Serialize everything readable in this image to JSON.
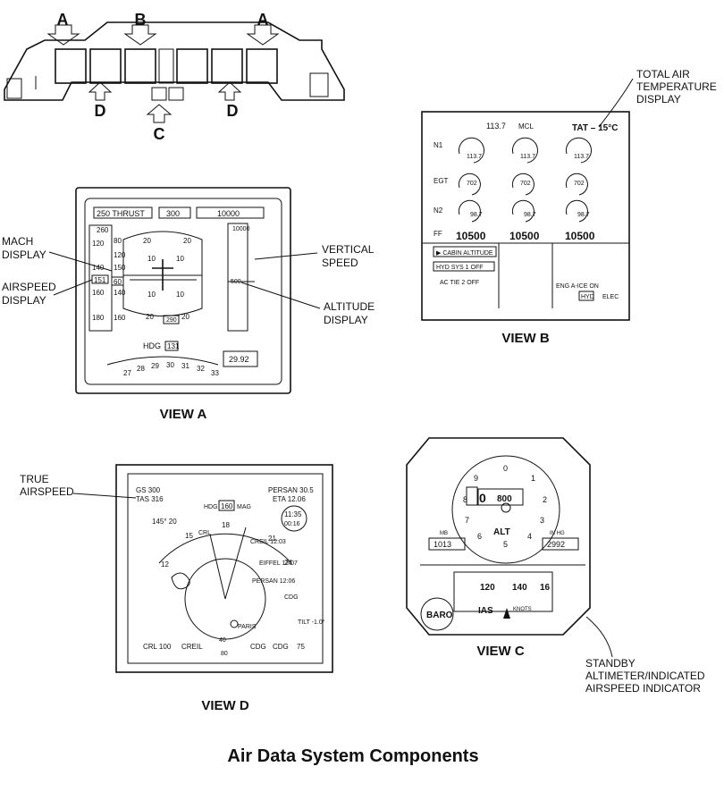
{
  "title": "Air Data System Components",
  "cockpit": {
    "label_a_left": "A",
    "label_b": "B",
    "label_a_right": "A",
    "label_d_left": "D",
    "label_c": "C",
    "label_d_right": "D"
  },
  "view_a": {
    "caption": "VIEW A",
    "thrust": "250 THRUST",
    "speed_sel": "300",
    "alt_sel": "10000",
    "mach_label": "MACH\nDISPLAY",
    "airspeed_label": "AIRSPEED\nDISPLAY",
    "vs_label": "VERTICAL\nSPEED",
    "alt_label": "ALTITUDE\nDISPLAY",
    "ias_ticks": [
      "260",
      "120",
      "140",
      "150",
      "160",
      "180",
      "120",
      "140",
      "160"
    ],
    "ias_current": "151",
    "mach_current": "80",
    "mach_box": "60",
    "pitch_marks": [
      "20",
      "20",
      "10",
      "10",
      "10",
      "10",
      "20",
      "20"
    ],
    "alt_top": "10000",
    "alt_cur": "500",
    "alt_bot": "290",
    "hdg_label": "HDG",
    "hdg_value": "131",
    "hdg_scale": [
      "27",
      "28",
      "29",
      "30",
      "31",
      "32",
      "33"
    ],
    "baro": "29.92"
  },
  "view_b": {
    "caption": "VIEW B",
    "tat_callout": "TOTAL AIR\nTEMPERATURE\nDISPLAY",
    "top_n1": "113.7",
    "mode": "MCL",
    "tat": "TAT – 15°C",
    "rows": [
      "N1",
      "EGT",
      "N2",
      "FF"
    ],
    "n1": [
      "113.7",
      "113.7",
      "113.7"
    ],
    "egt": [
      "702",
      "702",
      "702"
    ],
    "n2": [
      "98.7",
      "98.7",
      "98.7"
    ],
    "ff": [
      "10500",
      "10500",
      "10500"
    ],
    "msg1": "▶ CABIN ALTITUDE",
    "msg2": "HYD SYS 1 OFF",
    "msg3": "AC TIE 2 OFF",
    "msg4": "ENG A-ICE ON",
    "msg5": "HYD",
    "msg6": "ELEC"
  },
  "view_c": {
    "caption": "VIEW C",
    "callout": "STANDBY\nALTIMETER/INDICATED\nAIRSPEED INDICATOR",
    "alt_label": "ALT",
    "alt_digits": "800",
    "alt_digit_big": "0",
    "dial": [
      "0",
      "1",
      "2",
      "3",
      "4",
      "5",
      "6",
      "7",
      "8",
      "9"
    ],
    "mb": "MB",
    "inhg": "IN HG",
    "mb_val": "1013",
    "inhg_val": "2992",
    "ias_ticks": [
      "120",
      "140",
      "16"
    ],
    "ias": "IAS",
    "knots": "KNOTS",
    "baro": "BARO"
  },
  "view_d": {
    "caption": "VIEW D",
    "tas_callout": "TRUE\nAIRSPEED",
    "gs": "GS 300",
    "tas": "TAS 316",
    "fix": "PERSAN  30.5",
    "eta": "ETA 12.06",
    "hdg": "HDG",
    "hdg_val": "160",
    "mag": "MAG",
    "time": "11:35",
    "time2": "00:16",
    "wind": "145° 20",
    "wpts": [
      "CRL",
      "CREIL\n12:03",
      "EIFFEL\n12:07",
      "PERSAN\n12:06",
      "PARIS",
      "CDG"
    ],
    "arc": [
      "12",
      "15",
      "18",
      "21",
      "24"
    ],
    "tilt": "TILT\n-1.0°",
    "bottom": [
      "CRL  100",
      "CREIL",
      "CDG",
      "CDG",
      "75"
    ],
    "scale": [
      "40",
      "80"
    ]
  }
}
